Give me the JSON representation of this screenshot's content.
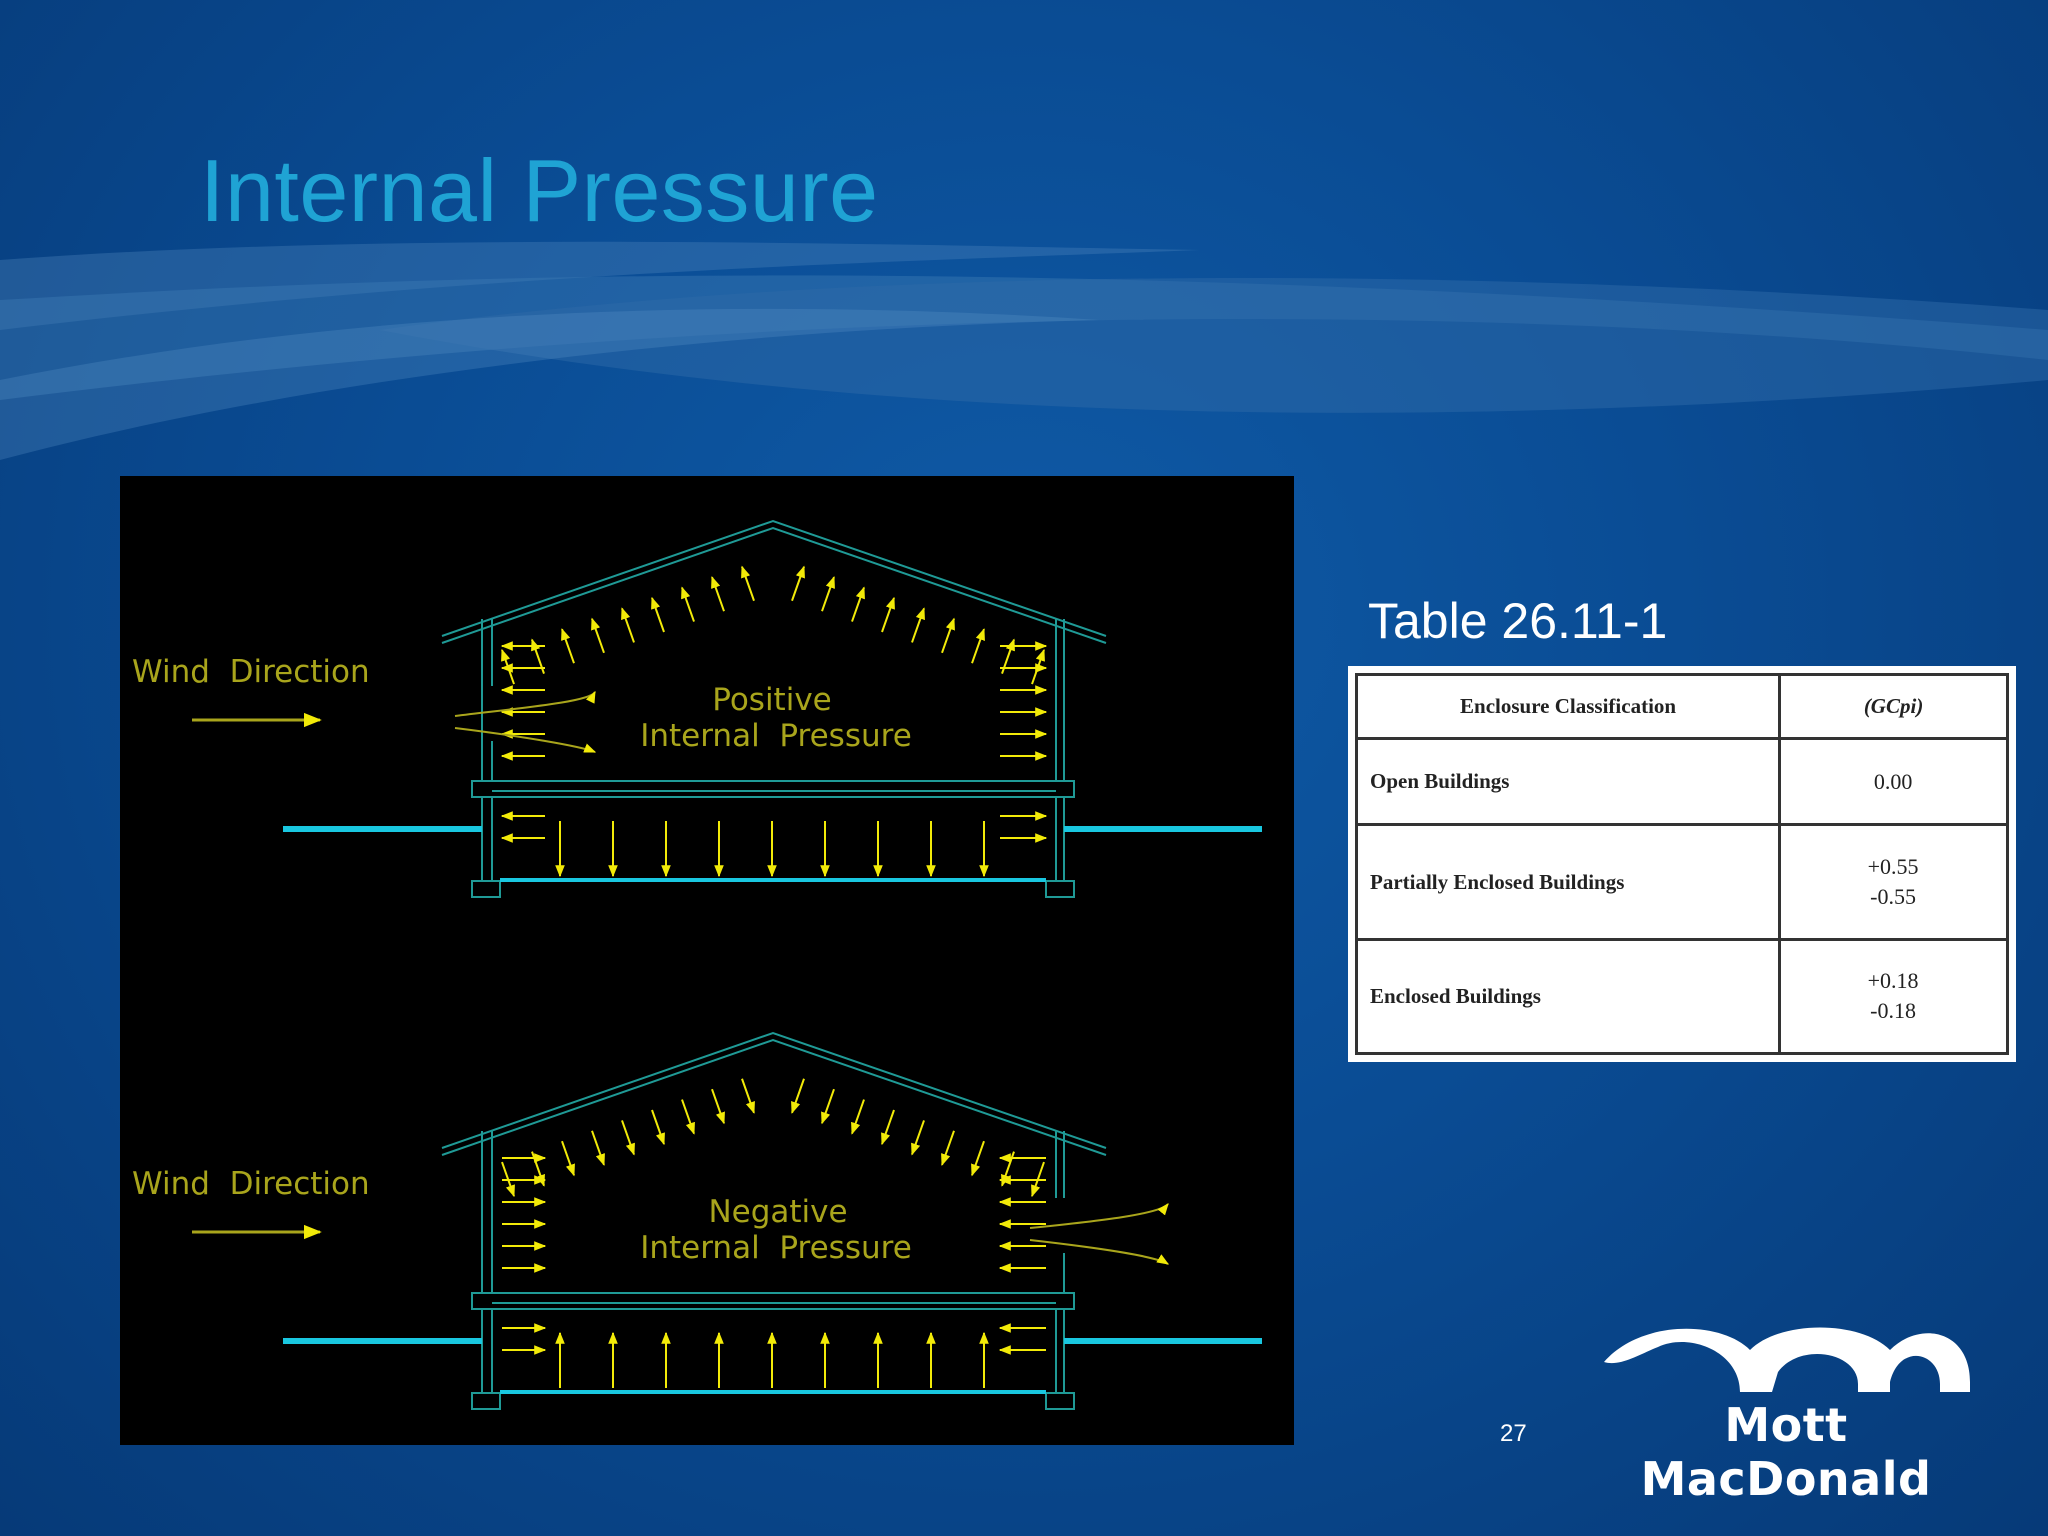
{
  "slide": {
    "title": "Internal Pressure",
    "page_number": "27",
    "colors": {
      "background": "#0a4c94",
      "title": "#1fa3d4",
      "cad_text": "#a9a51c",
      "arrow": "#f2ea08",
      "ground": "#19c7e0"
    }
  },
  "diagram": {
    "top": {
      "wind_label": "Wind  Direction",
      "pressure_line1": "Positive",
      "pressure_line2": "Internal  Pressure"
    },
    "bottom": {
      "wind_label": "Wind  Direction",
      "pressure_line1": "Negative",
      "pressure_line2": "Internal  Pressure"
    }
  },
  "table": {
    "caption": "Table 26.11-1",
    "header_classification": "Enclosure Classification",
    "header_value": "(GCpi)",
    "rows": [
      {
        "classification": "Open Buildings",
        "values": [
          "0.00"
        ]
      },
      {
        "classification": "Partially Enclosed Buildings",
        "values": [
          "+0.55",
          "-0.55"
        ]
      },
      {
        "classification": "Enclosed Buildings",
        "values": [
          "+0.18",
          "-0.18"
        ]
      }
    ]
  },
  "logo": {
    "text": "Mott MacDonald",
    "icon": "mott-macdonald-arches-icon"
  }
}
